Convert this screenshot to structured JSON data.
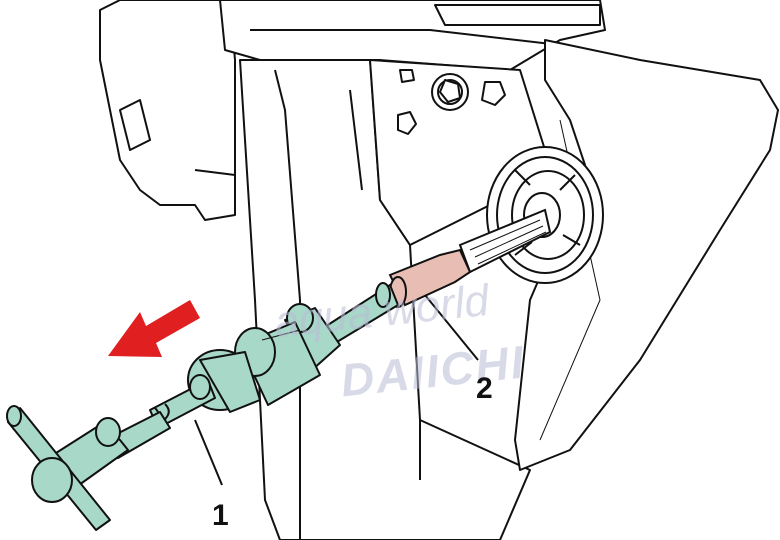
{
  "callouts": {
    "label_1": "1",
    "label_2": "2"
  },
  "watermark": {
    "line1": "aqua world",
    "line2": "DAIICHI"
  },
  "colors": {
    "tool_green": "#a8d8c8",
    "sleeve_pink": "#e8bdb4",
    "arrow_red": "#e02020",
    "housing_gray": "#e8e8e8",
    "outline": "#111111"
  }
}
